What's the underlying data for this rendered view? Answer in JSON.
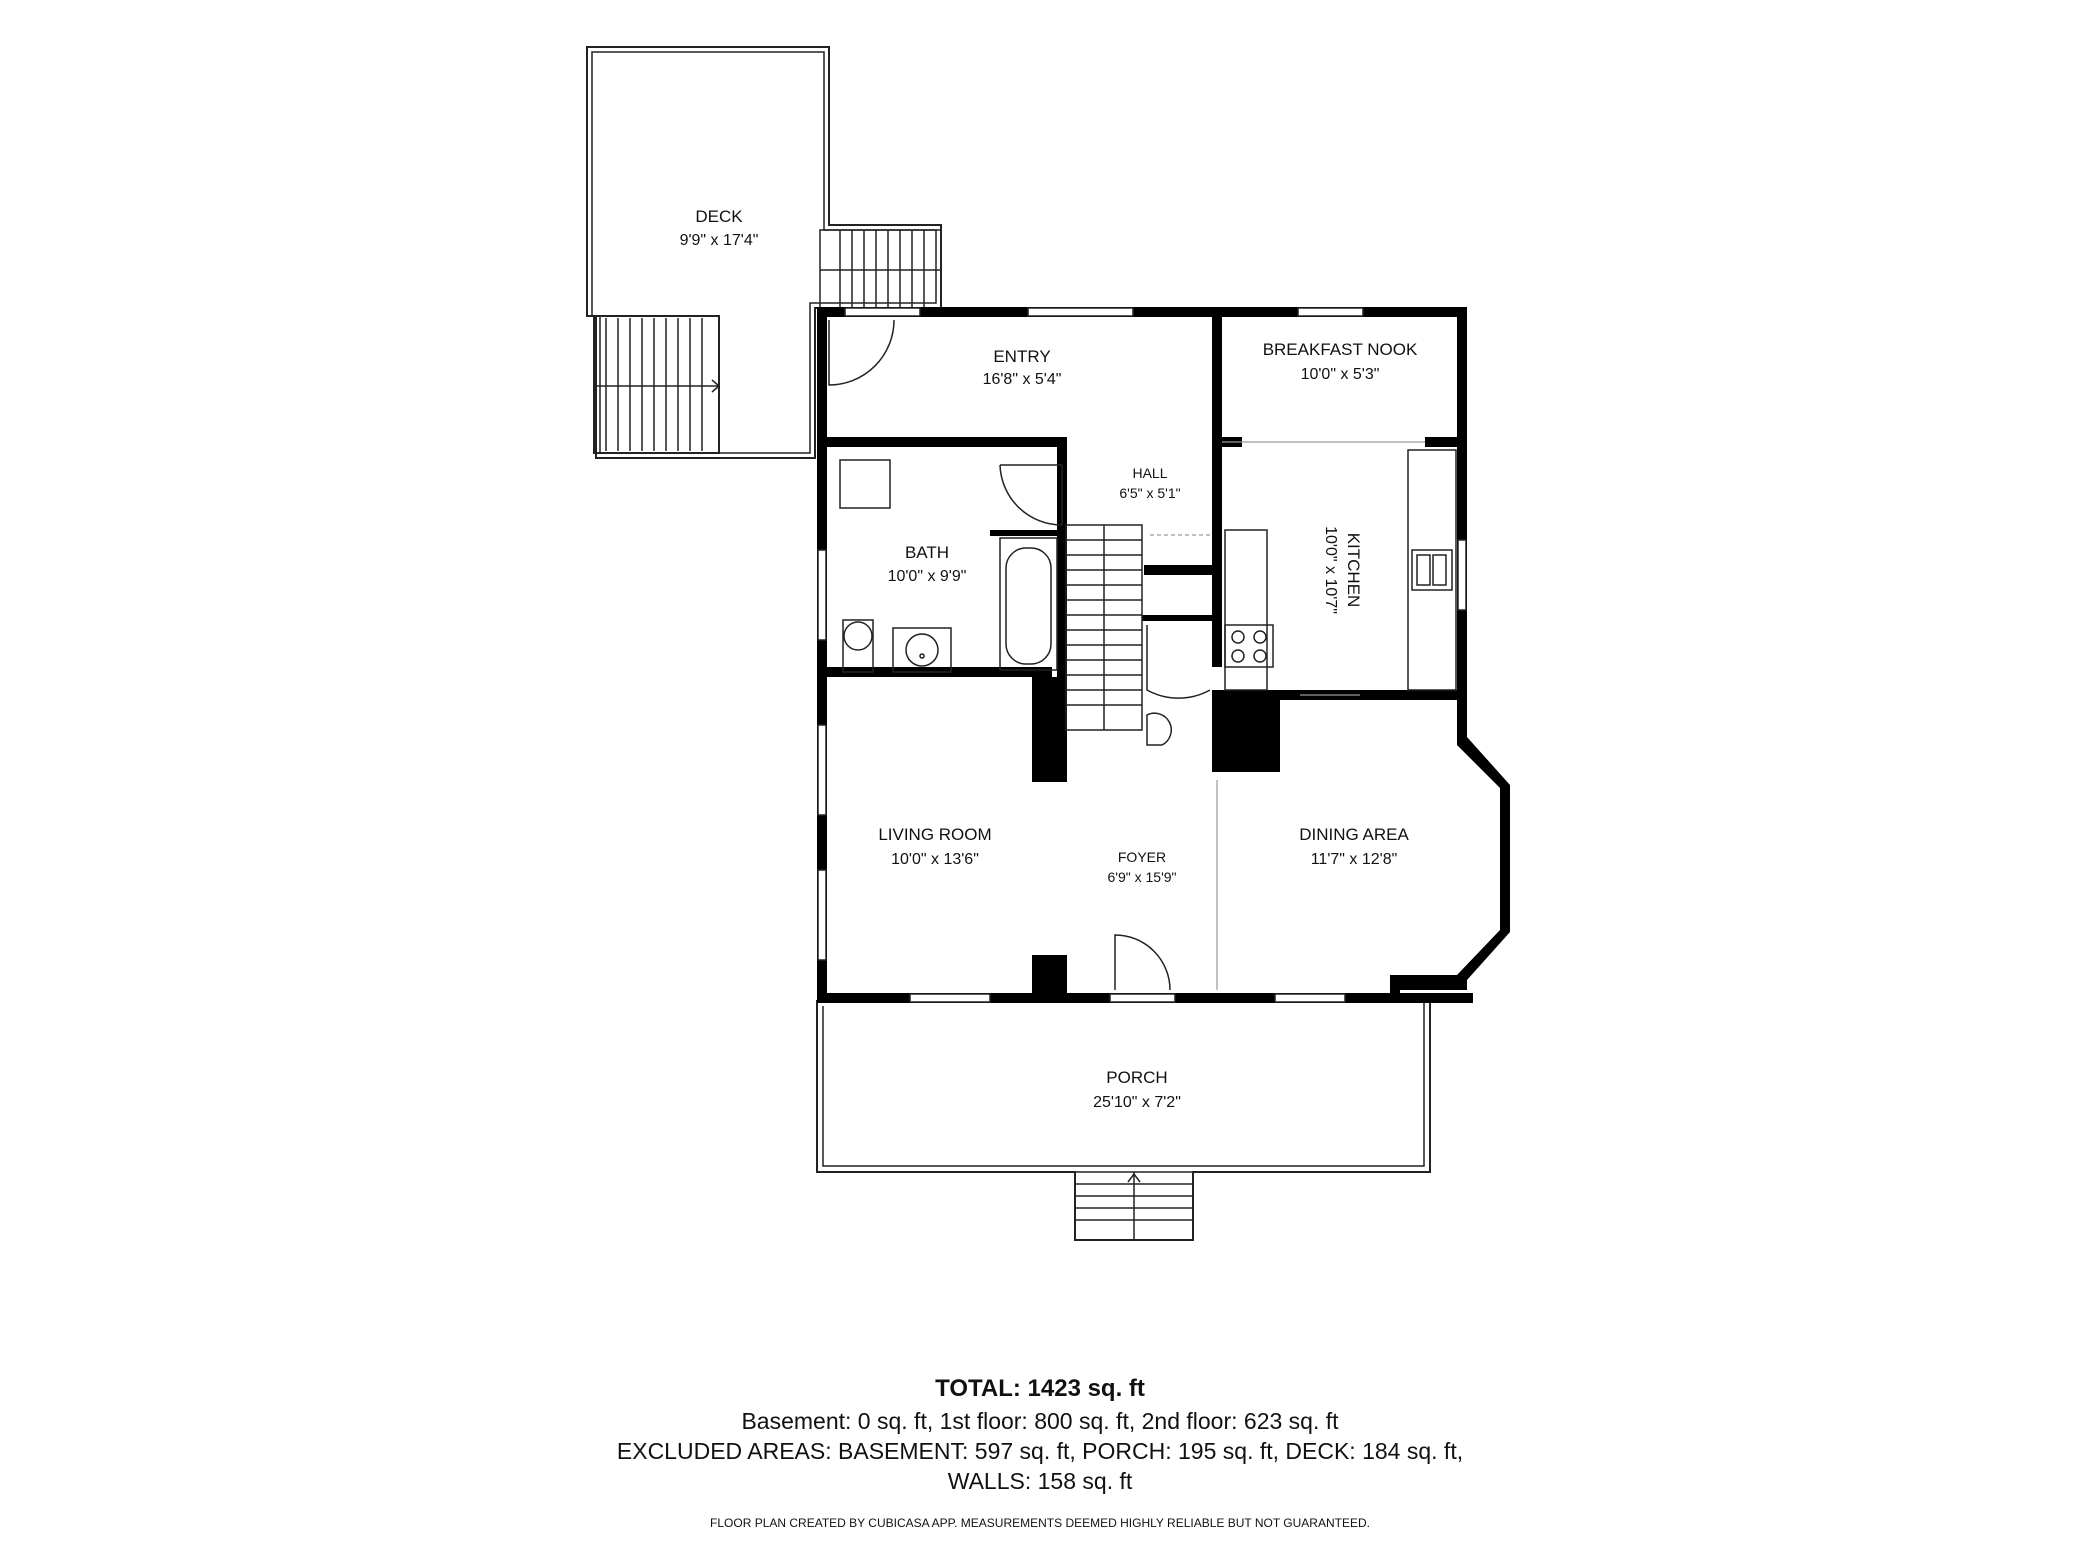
{
  "rooms": {
    "deck": {
      "name": "DECK",
      "dims": "9'9\" x 17'4\""
    },
    "entry": {
      "name": "ENTRY",
      "dims": "16'8\" x 5'4\""
    },
    "nook": {
      "name": "BREAKFAST NOOK",
      "dims": "10'0\" x 5'3\""
    },
    "hall": {
      "name": "HALL",
      "dims": "6'5\" x 5'1\""
    },
    "bath": {
      "name": "BATH",
      "dims": "10'0\" x 9'9\""
    },
    "kitchen": {
      "name": "KITCHEN",
      "dims": "10'0\" x 10'7\""
    },
    "living": {
      "name": "LIVING ROOM",
      "dims": "10'0\" x 13'6\""
    },
    "foyer": {
      "name": "FOYER",
      "dims": "6'9\" x 15'9\""
    },
    "dining": {
      "name": "DINING AREA",
      "dims": "11'7\" x 12'8\""
    },
    "porch": {
      "name": "PORCH",
      "dims": "25'10\" x 7'2\""
    }
  },
  "summary": {
    "total": "TOTAL: 1423 sq. ft",
    "floors": "Basement: 0 sq. ft, 1st floor: 800 sq. ft, 2nd floor: 623 sq. ft",
    "excluded": "EXCLUDED AREAS: BASEMENT: 597 sq. ft, PORCH: 195 sq. ft, DECK: 184 sq. ft,",
    "walls": "WALLS: 158 sq. ft",
    "disclaimer": "FLOOR PLAN CREATED BY CUBICASA APP. MEASUREMENTS DEEMED HIGHLY RELIABLE BUT NOT GUARANTEED."
  },
  "colors": {
    "wall": "#000000",
    "thin": "#222222",
    "background": "#ffffff"
  }
}
